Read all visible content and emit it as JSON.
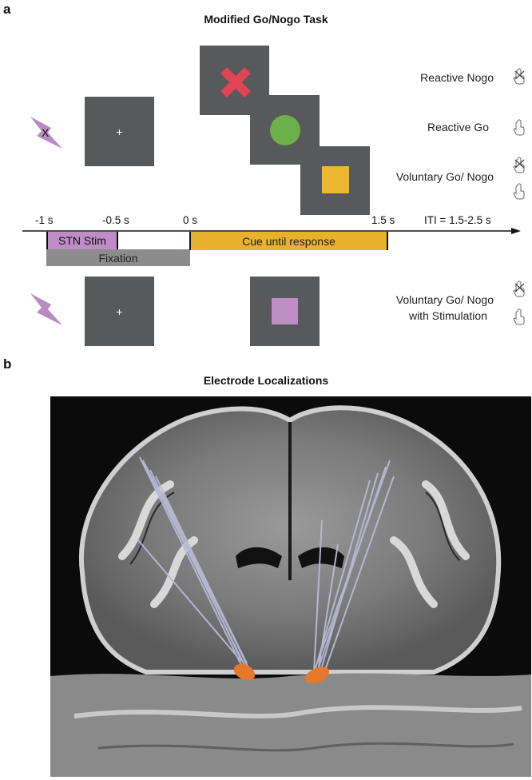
{
  "panel_a": {
    "letter": "a",
    "title": "Modified Go/Nogo Task",
    "conditions": {
      "reactive_nogo": "Reactive Nogo",
      "reactive_go": "Reactive Go",
      "voluntary": "Voluntary Go/ Nogo",
      "stim_line1": "Voluntary Go/ Nogo",
      "stim_line2": "with Stimulation"
    },
    "timeline": {
      "ticks": [
        "-1 s",
        "-0.5 s",
        "0 s",
        "1.5 s"
      ],
      "iti": "ITI = 1.5-2.5 s",
      "stn_stim": "STN Stim",
      "fixation": "Fixation",
      "cue": "Cue until response"
    },
    "fixation_cross": "+",
    "lightning_cross": "X",
    "colors": {
      "screen": "#58595b",
      "nogo_red": "#e04552",
      "go_green": "#6bb04a",
      "voluntary_yellow": "#ecb731",
      "stim_purple": "#bf8dc6",
      "fixation_gray": "#8c8c8c",
      "cue_bar": "#e8b22f"
    }
  },
  "panel_b": {
    "letter": "b",
    "title": "Electrode Localizations"
  }
}
